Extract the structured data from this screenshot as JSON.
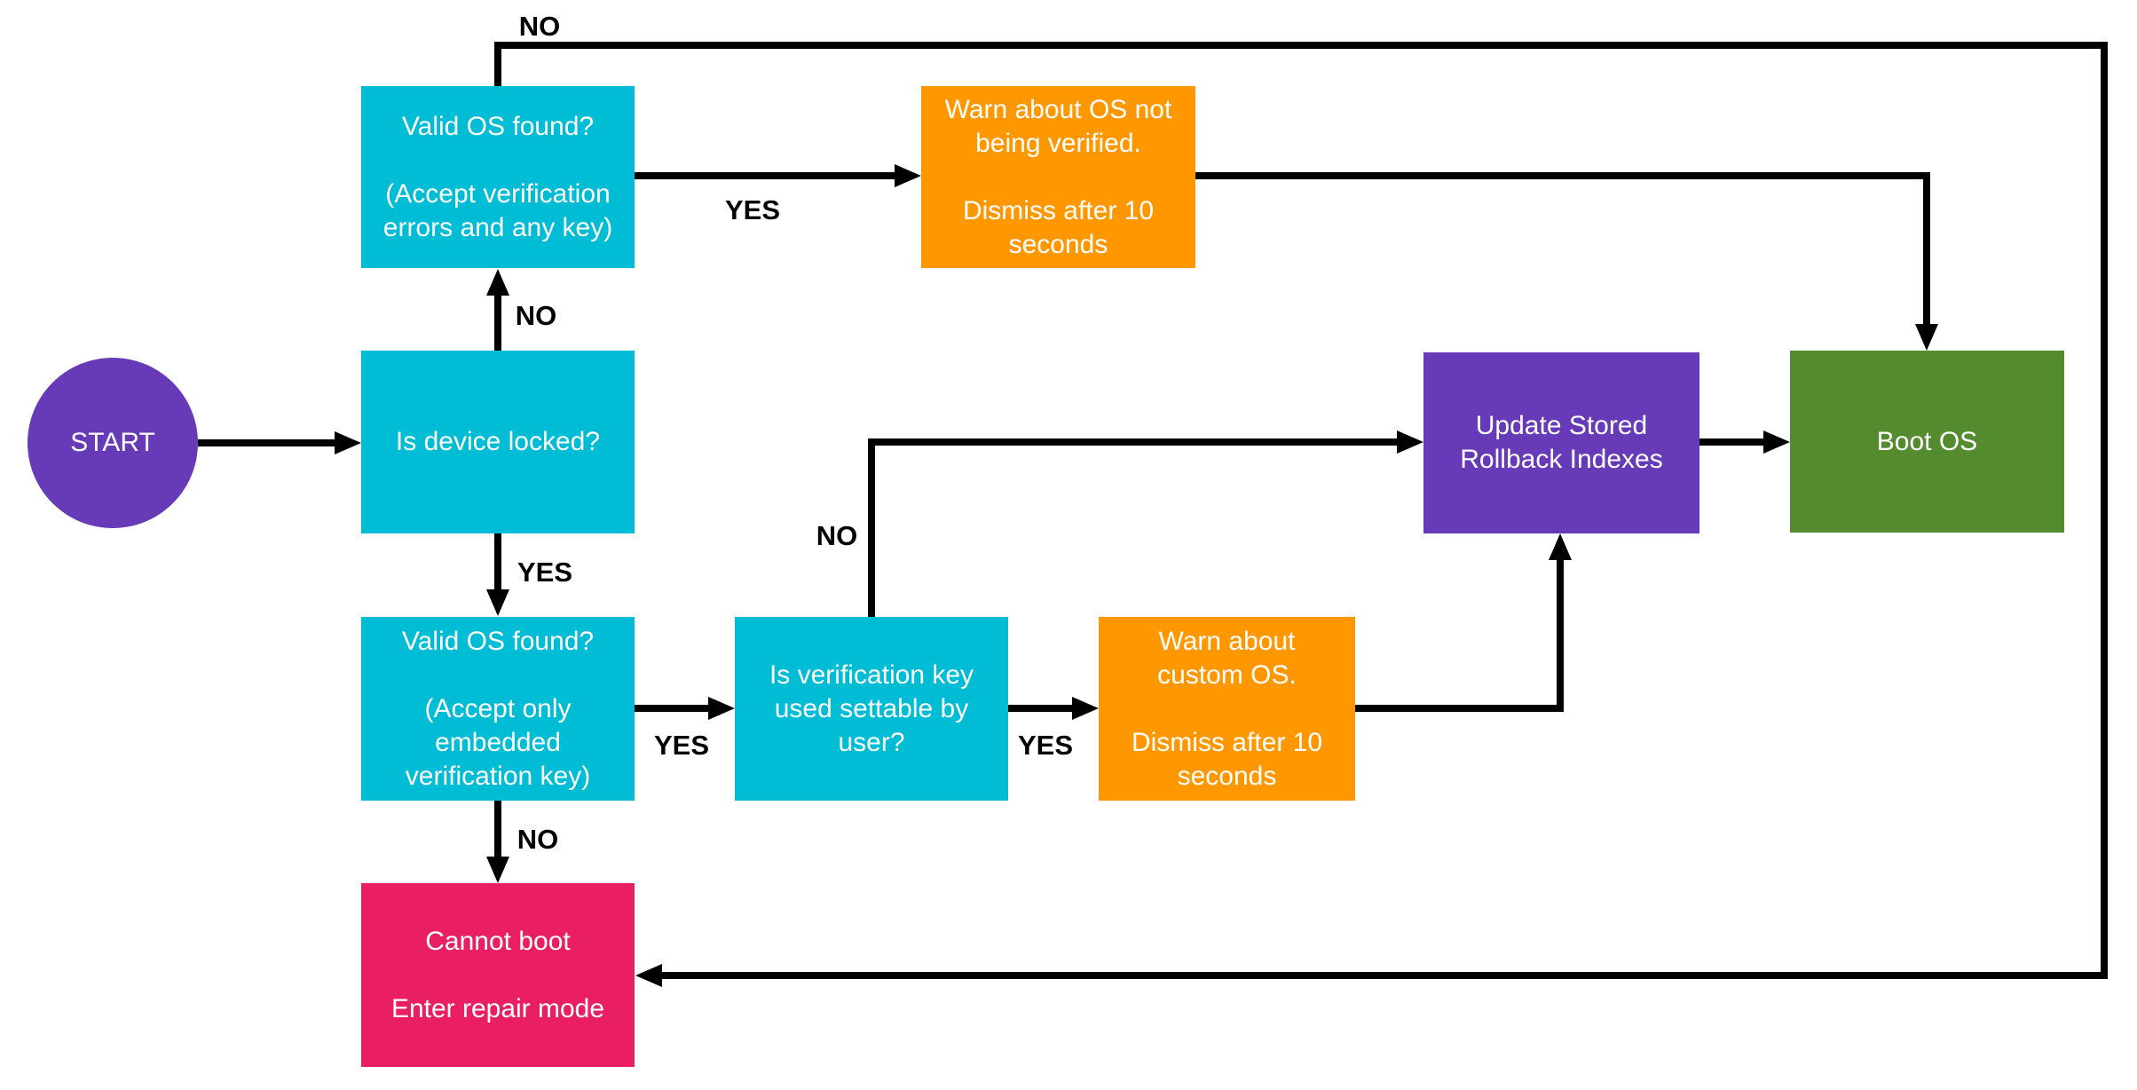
{
  "diagram": {
    "kind": "flowchart",
    "background": "#FFFFFF",
    "line_color": "#000000"
  },
  "colors": {
    "cyan": "#00BCD4",
    "purple": "#673AB7",
    "orange": "#FF9800",
    "green": "#558B2F",
    "pink": "#E91E63",
    "node_text": "#FFFFFF",
    "label_text": "#000000"
  },
  "nodes": {
    "start": {
      "label": "START",
      "shape": "ellipse",
      "color": "#673AB7"
    },
    "is_device_locked": {
      "lines": [
        "Is device locked?"
      ],
      "color": "#00BCD4"
    },
    "valid_os_any_key": {
      "lines": [
        "Valid OS found?",
        "",
        "(Accept verification",
        "errors and any key)"
      ],
      "color": "#00BCD4"
    },
    "warn_os_not_verified": {
      "lines": [
        "Warn about OS not",
        "being verified.",
        "",
        "Dismiss after 10",
        "seconds"
      ],
      "color": "#FF9800"
    },
    "valid_os_embedded_key": {
      "lines": [
        "Valid OS found?",
        "",
        "(Accept only",
        "embedded",
        "verification key)"
      ],
      "color": "#00BCD4"
    },
    "key_settable_by_user": {
      "lines": [
        "Is verification key",
        "used settable by",
        "user?"
      ],
      "color": "#00BCD4"
    },
    "warn_custom_os": {
      "lines": [
        "Warn about",
        "custom OS.",
        "",
        "Dismiss after 10",
        "seconds"
      ],
      "color": "#FF9800"
    },
    "update_rollback_indexes": {
      "lines": [
        "Update Stored",
        "Rollback Indexes"
      ],
      "color": "#673AB7"
    },
    "boot_os": {
      "lines": [
        "Boot OS"
      ],
      "color": "#558B2F"
    },
    "cannot_boot": {
      "lines": [
        "Cannot boot",
        "",
        "Enter repair mode"
      ],
      "color": "#E91E63"
    }
  },
  "edge_labels": {
    "no_top_loop": "NO",
    "yes_any_key": "YES",
    "no_locked_up": "NO",
    "yes_locked_down": "YES",
    "no_key_settable": "NO",
    "yes_embedded": "YES",
    "yes_key_settable": "YES",
    "no_embedded_down": "NO"
  }
}
